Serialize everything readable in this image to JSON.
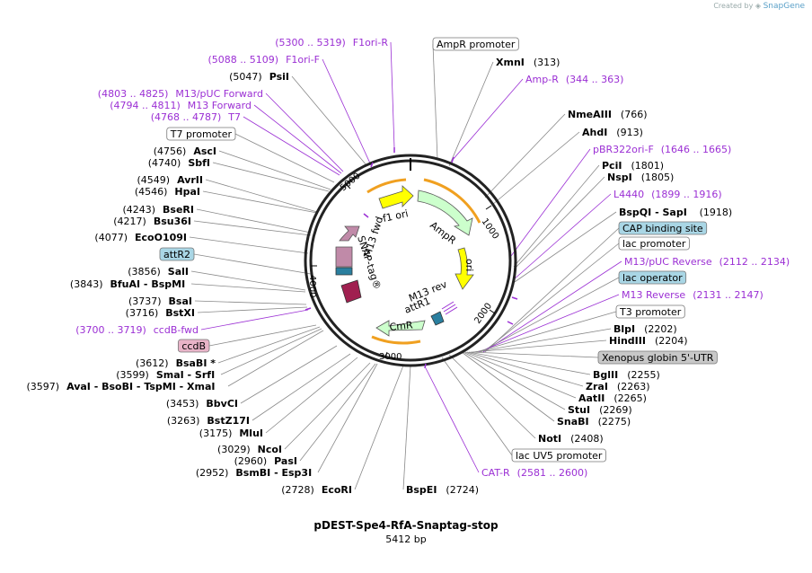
{
  "credit": {
    "prefix": "Created by",
    "brand": "SnapGene"
  },
  "plasmid": {
    "name": "pDEST-Spe4-RfA-Snaptag-stop",
    "size": "5412 bp"
  },
  "ticks": [
    "1000",
    "2000",
    "3000",
    "4000",
    "5000"
  ],
  "features": [
    {
      "name": "f1 ori",
      "color": "#ffff00"
    },
    {
      "name": "AmpR",
      "color": "#ccffcc"
    },
    {
      "name": "ori",
      "color": "#ffff00"
    },
    {
      "name": "M13 fwd",
      "color": "#ffffff"
    },
    {
      "name": "SNAP-tag®",
      "color": "#c08aa8"
    },
    {
      "name": "CmR",
      "color": "#ccffcc"
    },
    {
      "name": "M13 rev",
      "color": "#ffffff"
    },
    {
      "name": "attR1",
      "color": "#ffffff"
    }
  ],
  "labels": [
    {
      "id": "ampr-promoter",
      "kind": "box",
      "text": "AmpR promoter"
    },
    {
      "id": "xmni",
      "kind": "site",
      "name": "XmnI",
      "pos": "(313)"
    },
    {
      "id": "amp-r",
      "kind": "primer",
      "text": "Amp-R",
      "range": "(344 .. 363)"
    },
    {
      "id": "nmeaiii",
      "kind": "site",
      "name": "NmeAIII",
      "pos": "(766)"
    },
    {
      "id": "ahdi",
      "kind": "site",
      "name": "AhdI",
      "pos": "(913)"
    },
    {
      "id": "pbr322ori-f",
      "kind": "primer",
      "text": "pBR322ori-F",
      "range": "(1646 .. 1665)"
    },
    {
      "id": "pcii",
      "kind": "site",
      "name": "PciI",
      "pos": "(1801)"
    },
    {
      "id": "nspi",
      "kind": "site",
      "name": "NspI",
      "pos": "(1805)"
    },
    {
      "id": "l4440",
      "kind": "primer",
      "text": "L4440",
      "range": "(1899 .. 1916)"
    },
    {
      "id": "bspqi",
      "kind": "site",
      "name": "BspQI  - SapI",
      "pos": "(1918)"
    },
    {
      "id": "cap",
      "kind": "box-blue",
      "text": "CAP binding site"
    },
    {
      "id": "lac-promoter",
      "kind": "box",
      "text": "lac promoter"
    },
    {
      "id": "m13puc-rev",
      "kind": "primer",
      "text": "M13/pUC Reverse",
      "range": "(2112 .. 2134)"
    },
    {
      "id": "lac-operator",
      "kind": "box-blue",
      "text": "lac operator"
    },
    {
      "id": "m13-rev",
      "kind": "primer",
      "text": "M13 Reverse",
      "range": "(2131 .. 2147)"
    },
    {
      "id": "t3-promoter",
      "kind": "box",
      "text": "T3 promoter"
    },
    {
      "id": "blpi",
      "kind": "site",
      "name": "BlpI",
      "pos": "(2202)"
    },
    {
      "id": "hindiii",
      "kind": "site",
      "name": "HindIII",
      "pos": "(2204)"
    },
    {
      "id": "xenopus",
      "kind": "box-grey",
      "text": "Xenopus globin 5'-UTR"
    },
    {
      "id": "bglii",
      "kind": "site",
      "name": "BglII",
      "pos": "(2255)"
    },
    {
      "id": "zrai",
      "kind": "site",
      "name": "ZraI",
      "pos": "(2263)"
    },
    {
      "id": "aatii",
      "kind": "site",
      "name": "AatII",
      "pos": "(2265)"
    },
    {
      "id": "stui",
      "kind": "site",
      "name": "StuI",
      "pos": "(2269)"
    },
    {
      "id": "snabi",
      "kind": "site",
      "name": "SnaBI",
      "pos": "(2275)"
    },
    {
      "id": "noti",
      "kind": "site",
      "name": "NotI",
      "pos": "(2408)"
    },
    {
      "id": "lacuv5",
      "kind": "box",
      "text": "lac UV5 promoter"
    },
    {
      "id": "cat-r",
      "kind": "primer",
      "text": "CAT-R",
      "range": "(2581 .. 2600)"
    },
    {
      "id": "bspei",
      "kind": "site",
      "name": "BspEI",
      "pos": "(2724)"
    },
    {
      "id": "ecori",
      "kind": "site",
      "name": "EcoRI",
      "pos": "(2728)"
    },
    {
      "id": "bsmbi",
      "kind": "site",
      "name": "BsmBI  - Esp3I",
      "pos": "(2952)"
    },
    {
      "id": "pasi",
      "kind": "site",
      "name": "PasI",
      "pos": "(2960)"
    },
    {
      "id": "ncoi",
      "kind": "site",
      "name": "NcoI",
      "pos": "(3029)"
    },
    {
      "id": "mlui",
      "kind": "site",
      "name": "MluI",
      "pos": "(3175)"
    },
    {
      "id": "bstz17i",
      "kind": "site",
      "name": "BstZ17I",
      "pos": "(3263)"
    },
    {
      "id": "bbvci",
      "kind": "site",
      "name": "BbvCI",
      "pos": "(3453)"
    },
    {
      "id": "avai",
      "kind": "site",
      "name": "AvaI  - BsoBI  - TspMI  - XmaI",
      "pos": "(3597)"
    },
    {
      "id": "smai",
      "kind": "site",
      "name": "SmaI  - SrfI",
      "pos": "(3599)"
    },
    {
      "id": "bsabi",
      "kind": "site",
      "name": "BsaBI *",
      "pos": "(3612)"
    },
    {
      "id": "ccdb",
      "kind": "box-pink",
      "text": "ccdB"
    },
    {
      "id": "ccdb-fwd",
      "kind": "primer",
      "text": "ccdB-fwd",
      "range": "(3700 .. 3719)"
    },
    {
      "id": "bstxi",
      "kind": "site",
      "name": "BstXI",
      "pos": "(3716)"
    },
    {
      "id": "bsai",
      "kind": "site",
      "name": "BsaI",
      "pos": "(3737)"
    },
    {
      "id": "bfuai",
      "kind": "site",
      "name": "BfuAI  - BspMI",
      "pos": "(3843)"
    },
    {
      "id": "sali",
      "kind": "site",
      "name": "SalI",
      "pos": "(3856)"
    },
    {
      "id": "attr2",
      "kind": "box-blue",
      "text": "attR2"
    },
    {
      "id": "ecoo109i",
      "kind": "site",
      "name": "EcoO109I",
      "pos": "(4077)"
    },
    {
      "id": "bsu36i",
      "kind": "site",
      "name": "Bsu36I",
      "pos": "(4217)"
    },
    {
      "id": "bseri",
      "kind": "site",
      "name": "BseRI",
      "pos": "(4243)"
    },
    {
      "id": "hpai",
      "kind": "site",
      "name": "HpaI",
      "pos": "(4546)"
    },
    {
      "id": "avrii",
      "kind": "site",
      "name": "AvrII",
      "pos": "(4549)"
    },
    {
      "id": "sbfi",
      "kind": "site",
      "name": "SbfI",
      "pos": "(4740)"
    },
    {
      "id": "asci",
      "kind": "site",
      "name": "AscI",
      "pos": "(4756)"
    },
    {
      "id": "t7-promoter",
      "kind": "box",
      "text": "T7 promoter"
    },
    {
      "id": "t7",
      "kind": "primer",
      "text": "T7",
      "range": "(4768 .. 4787)"
    },
    {
      "id": "m13-fwd",
      "kind": "primer",
      "text": "M13 Forward",
      "range": "(4794 .. 4811)"
    },
    {
      "id": "m13puc-fwd",
      "kind": "primer",
      "text": "M13/pUC Forward",
      "range": "(4803 .. 4825)"
    },
    {
      "id": "psii",
      "kind": "site",
      "name": "PsiI",
      "pos": "(5047)"
    },
    {
      "id": "f1ori-f",
      "kind": "primer",
      "text": "F1ori-F",
      "range": "(5088 .. 5109)"
    },
    {
      "id": "f1ori-r",
      "kind": "primer",
      "text": "F1ori-R",
      "range": "(5300 .. 5319)"
    }
  ]
}
